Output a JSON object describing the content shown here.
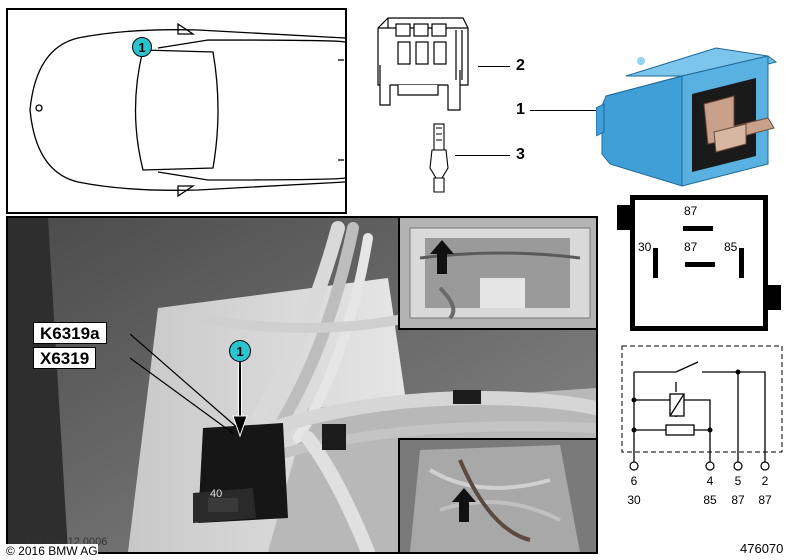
{
  "callout": "1",
  "parts": {
    "p1": "1",
    "p2": "2",
    "p3": "3"
  },
  "photo": {
    "tag_a": "K6319a",
    "tag_b": "X6319",
    "fuse_value": "40",
    "photo_code": "EO E90 12 0006"
  },
  "relay": {
    "pin_top": "87",
    "pin_mid": "87",
    "pin_left": "30",
    "pin_right": "85"
  },
  "schematic": {
    "pins": [
      {
        "num": "6",
        "term": "30"
      },
      {
        "num": "4",
        "term": "85"
      },
      {
        "num": "5",
        "term": "87"
      },
      {
        "num": "2",
        "term": "87"
      }
    ]
  },
  "footer": {
    "copyright": "© 2016 BMW AG",
    "ref": "476070"
  },
  "colors": {
    "callout": "#29c5cf",
    "relay_body": "#4aa8dc"
  }
}
